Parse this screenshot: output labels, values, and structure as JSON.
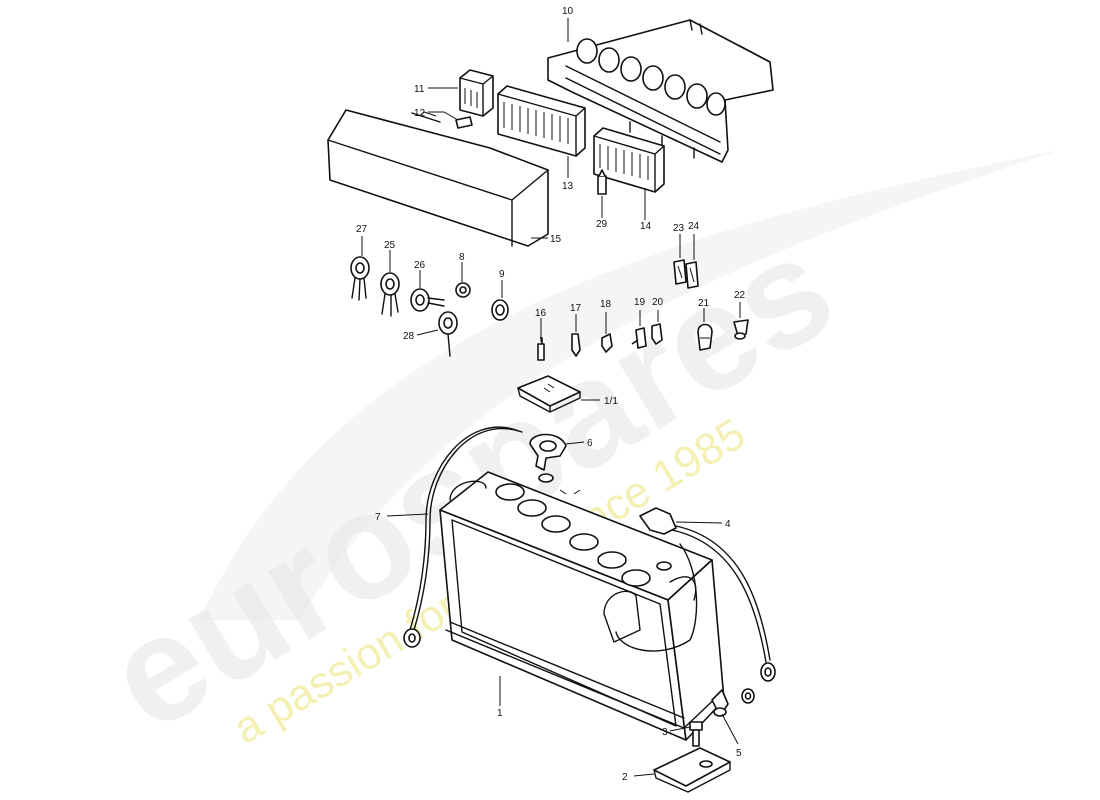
{
  "watermark": {
    "logo": "eurospares",
    "tagline": "a passion for parts since 1985",
    "logo_color": "#e4e4e4",
    "tagline_color": "#f0eb9a"
  },
  "labels": {
    "p1": "1",
    "p2": "2",
    "p3": "3",
    "p4": "4",
    "p5": "5",
    "p6": "6",
    "p7": "7",
    "p8": "8",
    "p9": "9",
    "p10": "10",
    "p11": "11",
    "p12": "12",
    "p13": "13",
    "p14": "14",
    "p15": "15",
    "p16": "16",
    "p17": "17",
    "p18": "18",
    "p19": "19",
    "p20": "20",
    "p21": "21",
    "p22": "22",
    "p23": "23",
    "p24": "24",
    "p25": "25",
    "p26": "26",
    "p27": "27",
    "p28": "28",
    "p29": "29",
    "p1_1": "1/1"
  }
}
